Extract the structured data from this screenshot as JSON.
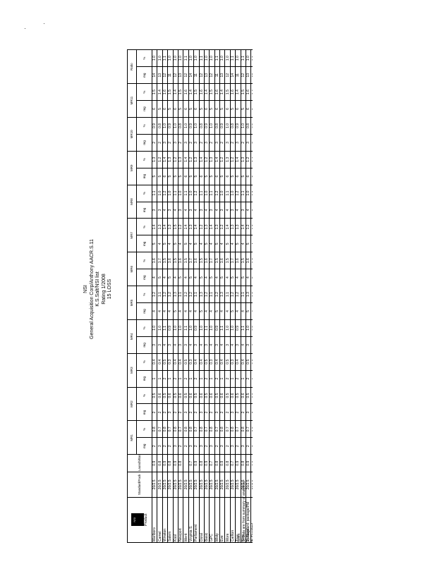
{
  "header": {
    "line1": "NSI",
    "line2": "General Acquisition Corp/Anthony AACR.S.11",
    "line3": "K.S.Salt/NSI list",
    "line4": "Rating 1/2008",
    "line5": "15 LOSS"
  },
  "logo": {
    "text": "NSI"
  },
  "columns": {
    "product": "Product",
    "standard": "Standard/Pack",
    "launch": "Launch/Base (kind)",
    "groups": [
      "MR1",
      "MR2",
      "MR3",
      "MR4",
      "MR5",
      "MR6",
      "MR7",
      "MR8",
      "MR9",
      "MR10",
      "MR11",
      "Ratio"
    ],
    "sub": [
      "mg",
      "%",
      "mg",
      "%",
      "mg",
      "%",
      "mg",
      "%",
      "mg",
      "%",
      "mg",
      "%",
      "mg",
      "%",
      "mg",
      "%",
      "mg",
      "%",
      "mg",
      "%",
      "mg",
      "%",
      "mg",
      "%"
    ]
  },
  "rows": [
    {
      "name": "Marlboro",
      "standard": "20/2.5",
      "launch": "0.9",
      "vals": [
        "2",
        "0.8",
        "2",
        "0.5",
        "1",
        "0.4",
        "3",
        "1.0",
        "4",
        "1.2",
        "4",
        "1.6",
        "5",
        "1.4",
        "3",
        "1.1",
        "5",
        "1.3",
        "2",
        "0.9",
        "6",
        "1.5",
        "14",
        "1.0"
      ]
    },
    {
      "name": "Camel",
      "standard": "20/2.5",
      "launch": "0.8",
      "vals": [
        "3",
        "0.7",
        "2",
        "0.6",
        "1",
        "0.4",
        "3",
        "1.0",
        "4",
        "1.1",
        "5",
        "1.7",
        "4",
        "1.3",
        "3",
        "1.0",
        "5",
        "1.2",
        "2",
        "0.8",
        "5",
        "1.4",
        "13",
        "1.0"
      ]
    },
    {
      "name": "Winston",
      "standard": "20/2.5",
      "launch": "0.9",
      "vals": [
        "2",
        "0.8",
        "2",
        "0.5",
        "2",
        "0.5",
        "4",
        "1.1",
        "4",
        "1.2",
        "4",
        "1.5",
        "5",
        "1.4",
        "4",
        "1.2",
        "6",
        "1.4",
        "3",
        "1.0",
        "6",
        "1.6",
        "12",
        "1.1"
      ]
    },
    {
      "name": "Salem",
      "standard": "20/2.5",
      "launch": "0.8",
      "vals": [
        "2",
        "0.7",
        "3",
        "0.6",
        "1",
        "0.3",
        "3",
        "0.9",
        "4",
        "1.2",
        "5",
        "1.6",
        "4",
        "1.3",
        "3",
        "1.0",
        "5",
        "1.3",
        "2",
        "0.9",
        "5",
        "1.5",
        "11",
        "1.0"
      ]
    },
    {
      "name": "Kool",
      "standard": "20/2.5",
      "launch": "0.9",
      "vals": [
        "3",
        "0.8",
        "2",
        "0.5",
        "2",
        "0.4",
        "4",
        "1.0",
        "5",
        "1.3",
        "4",
        "1.5",
        "5",
        "1.5",
        "4",
        "1.1",
        "5",
        "1.2",
        "3",
        "1.0",
        "6",
        "1.4",
        "12",
        "1.0"
      ]
    },
    {
      "name": "Newport",
      "standard": "20/2.5",
      "launch": "0.8",
      "vals": [
        "2",
        "0.7",
        "2",
        "0.6",
        "1",
        "0.4",
        "3",
        "1.0",
        "4",
        "1.1",
        "5",
        "1.6",
        "4",
        "1.2",
        "3",
        "1.0",
        "5",
        "1.3",
        "2",
        "0.8",
        "5",
        "1.5",
        "13",
        "1.0"
      ]
    },
    {
      "name": "Merit",
      "standard": "20/2.5",
      "launch": "",
      "vals": [
        "2",
        "0.8",
        "3",
        "0.5",
        "2",
        "0.5",
        "3",
        "1.1",
        "4",
        "1.2",
        "4",
        "1.5",
        "5",
        "1.4",
        "4",
        "1.1",
        "6",
        "1.4",
        "3",
        "1.0",
        "6",
        "1.6",
        "12",
        "1.1"
      ]
    },
    {
      "name": "Virginia S.",
      "standard": "20/2.5",
      "launch": "0.7",
      "vals": [
        "3",
        "0.8",
        "2",
        "0.6",
        "1",
        "0.3",
        "4",
        "1.0",
        "4",
        "1.2",
        "5",
        "1.7",
        "4",
        "1.3",
        "3",
        "1.0",
        "5",
        "1.2",
        "2",
        "0.9",
        "5",
        "1.4",
        "14",
        "1.0"
      ]
    },
    {
      "name": "Parliament",
      "standard": "20/2.5",
      "launch": "0.9",
      "vals": [
        "2",
        "0.7",
        "2",
        "0.5",
        "2",
        "0.4",
        "3",
        "0.9",
        "4",
        "1.1",
        "4",
        "1.6",
        "5",
        "1.4",
        "4",
        "1.2",
        "5",
        "1.3",
        "3",
        "1.0",
        "6",
        "1.5",
        "11",
        "1.0"
      ]
    },
    {
      "name": "Doral",
      "standard": "20/2.5",
      "launch": "0.8",
      "vals": [
        "3",
        "0.8",
        "3",
        "0.6",
        "1",
        "0.4",
        "4",
        "1.0",
        "5",
        "1.3",
        "5",
        "1.5",
        "4",
        "1.2",
        "3",
        "1.1",
        "6",
        "1.4",
        "2",
        "0.8",
        "5",
        "1.6",
        "12",
        "1.1"
      ]
    },
    {
      "name": "Basic",
      "standard": "20/2.5",
      "launch": "0.9",
      "vals": [
        "2",
        "0.7",
        "2",
        "0.5",
        "2",
        "0.5",
        "3",
        "1.1",
        "4",
        "1.2",
        "4",
        "1.6",
        "5",
        "1.3",
        "4",
        "1.0",
        "5",
        "1.2",
        "3",
        "0.9",
        "6",
        "1.4",
        "13",
        "1.0"
      ]
    },
    {
      "name": "GPC",
      "standard": "20/2.5",
      "launch": "0.7",
      "vals": [
        "3",
        "0.8",
        "2",
        "0.6",
        "1",
        "0.3",
        "4",
        "1.0",
        "4",
        "1.1",
        "5",
        "1.7",
        "4",
        "1.4",
        "3",
        "1.1",
        "5",
        "1.3",
        "2",
        "1.0",
        "5",
        "1.5",
        "12",
        "1.0"
      ]
    },
    {
      "name": "Misty",
      "standard": "20/2.5",
      "launch": "0.8",
      "vals": [
        "2",
        "0.7",
        "3",
        "0.5",
        "2",
        "0.4",
        "3",
        "0.9",
        "5",
        "1.2",
        "4",
        "1.5",
        "5",
        "1.3",
        "4",
        "1.2",
        "6",
        "1.4",
        "3",
        "0.8",
        "6",
        "1.6",
        "11",
        "1.1"
      ]
    },
    {
      "name": "Eve",
      "standard": "20/2.5",
      "launch": "0.9",
      "vals": [
        "3",
        "0.8",
        "2",
        "0.6",
        "1",
        "0.4",
        "4",
        "1.1",
        "4",
        "1.3",
        "5",
        "1.6",
        "4",
        "1.2",
        "3",
        "1.0",
        "5",
        "1.2",
        "2",
        "0.9",
        "5",
        "1.4",
        "13",
        "1.0"
      ]
    },
    {
      "name": "More",
      "standard": "20/2.5",
      "launch": "0.8",
      "vals": [
        "2",
        "0.7",
        "2",
        "0.5",
        "2",
        "0.5",
        "3",
        "1.0",
        "4",
        "1.1",
        "4",
        "1.5",
        "5",
        "1.4",
        "4",
        "1.1",
        "6",
        "1.3",
        "3",
        "1.0",
        "6",
        "1.5",
        "12",
        "1.0"
      ]
    },
    {
      "name": "Carlton",
      "standard": "20/2.5",
      "launch": "0.7",
      "vals": [
        "3",
        "0.8",
        "3",
        "0.6",
        "1",
        "0.3",
        "4",
        "1.0",
        "5",
        "1.2",
        "5",
        "1.7",
        "4",
        "1.3",
        "3",
        "1.0",
        "5",
        "1.2",
        "2",
        "0.8",
        "5",
        "1.6",
        "14",
        "1.1"
      ]
    },
    {
      "name": "True",
      "standard": "20/2.5",
      "launch": "0.9",
      "vals": [
        "2",
        "0.7",
        "2",
        "0.5",
        "2",
        "0.4",
        "3",
        "0.9",
        "4",
        "1.2",
        "4",
        "1.6",
        "5",
        "1.3",
        "4",
        "1.2",
        "6",
        "1.4",
        "3",
        "0.9",
        "6",
        "1.4",
        "11",
        "1.0"
      ]
    },
    {
      "name": "Now",
      "standard": "20/2.5",
      "launch": "0.8",
      "vals": [
        "3",
        "0.8",
        "2",
        "0.6",
        "1",
        "0.4",
        "4",
        "1.1",
        "4",
        "1.1",
        "5",
        "1.5",
        "4",
        "1.4",
        "3",
        "1.1",
        "5",
        "1.3",
        "2",
        "1.0",
        "5",
        "1.5",
        "12",
        "1.1"
      ]
    },
    {
      "name": "Vantage",
      "standard": "20/2.5",
      "launch": "0.9",
      "vals": [
        "2",
        "0.7",
        "3",
        "0.5",
        "2",
        "0.5",
        "3",
        "1.0",
        "5",
        "1.3",
        "4",
        "1.6",
        "5",
        "1.2",
        "4",
        "1.0",
        "6",
        "1.2",
        "3",
        "0.8",
        "6",
        "1.6",
        "13",
        "1.0"
      ]
    },
    {
      "name": "Benson H.",
      "standard": "20/2.5",
      "launch": "0.8",
      "vals": [
        "3",
        "0.8",
        "2",
        "0.6",
        "1",
        "0.3",
        "4",
        "0.9",
        "4",
        "1.2",
        "5",
        "1.7",
        "4",
        "1.3",
        "3",
        "1.2",
        "5",
        "1.4",
        "2",
        "0.9",
        "5",
        "1.4",
        "12",
        "1.1"
      ]
    },
    {
      "name": "Lucky S.",
      "standard": "20/2.5",
      "launch": "0.9",
      "vals": [
        "2",
        "0.7",
        "2",
        "0.5",
        "2",
        "0.4",
        "3",
        "1.1",
        "4",
        "1.1",
        "4",
        "1.5",
        "5",
        "1.4",
        "4",
        "1.1",
        "6",
        "1.3",
        "3",
        "1.0",
        "6",
        "1.5",
        "11",
        "1.0"
      ]
    },
    {
      "name": "Pall Mall",
      "standard": "20/2.5",
      "launch": "0.8",
      "vals": [
        "3",
        "0.8",
        "3",
        "0.6",
        "1",
        "0.4",
        "4",
        "1.0",
        "5",
        "1.2",
        "5",
        "1.6",
        "4",
        "1.2",
        "3",
        "1.0",
        "5",
        "1.2",
        "2",
        "0.8",
        "5",
        "1.6",
        "14",
        "1.1"
      ]
    },
    {
      "name": "Capri",
      "standard": "20/2.5",
      "launch": "0.7",
      "vals": [
        "2",
        "0.7",
        "2",
        "0.5",
        "2",
        "0.5",
        "3",
        "0.9",
        "4",
        "1.3",
        "4",
        "1.7",
        "5",
        "1.3",
        "4",
        "1.2",
        "6",
        "1.4",
        "3",
        "0.9",
        "6",
        "1.4",
        "12",
        "1.0"
      ]
    },
    {
      "name": "Total",
      "standard": "20/2.5",
      "launch": "0.8",
      "vals": [
        "3",
        "0.8",
        "2",
        "0.6",
        "1",
        "0.3",
        "4",
        "1.1",
        "4",
        "1.1",
        "5",
        "1.5",
        "4",
        "1.4",
        "3",
        "1.1",
        "5",
        "1.3",
        "2",
        "1.0",
        "5",
        "1.5",
        "13",
        "1.1"
      ]
    }
  ],
  "notes": [
    "Notes:",
    "(1) Data are from summary of analytical",
    "(2) Standard: package/PM",
    "(3) Standard",
    "(4) Average"
  ]
}
